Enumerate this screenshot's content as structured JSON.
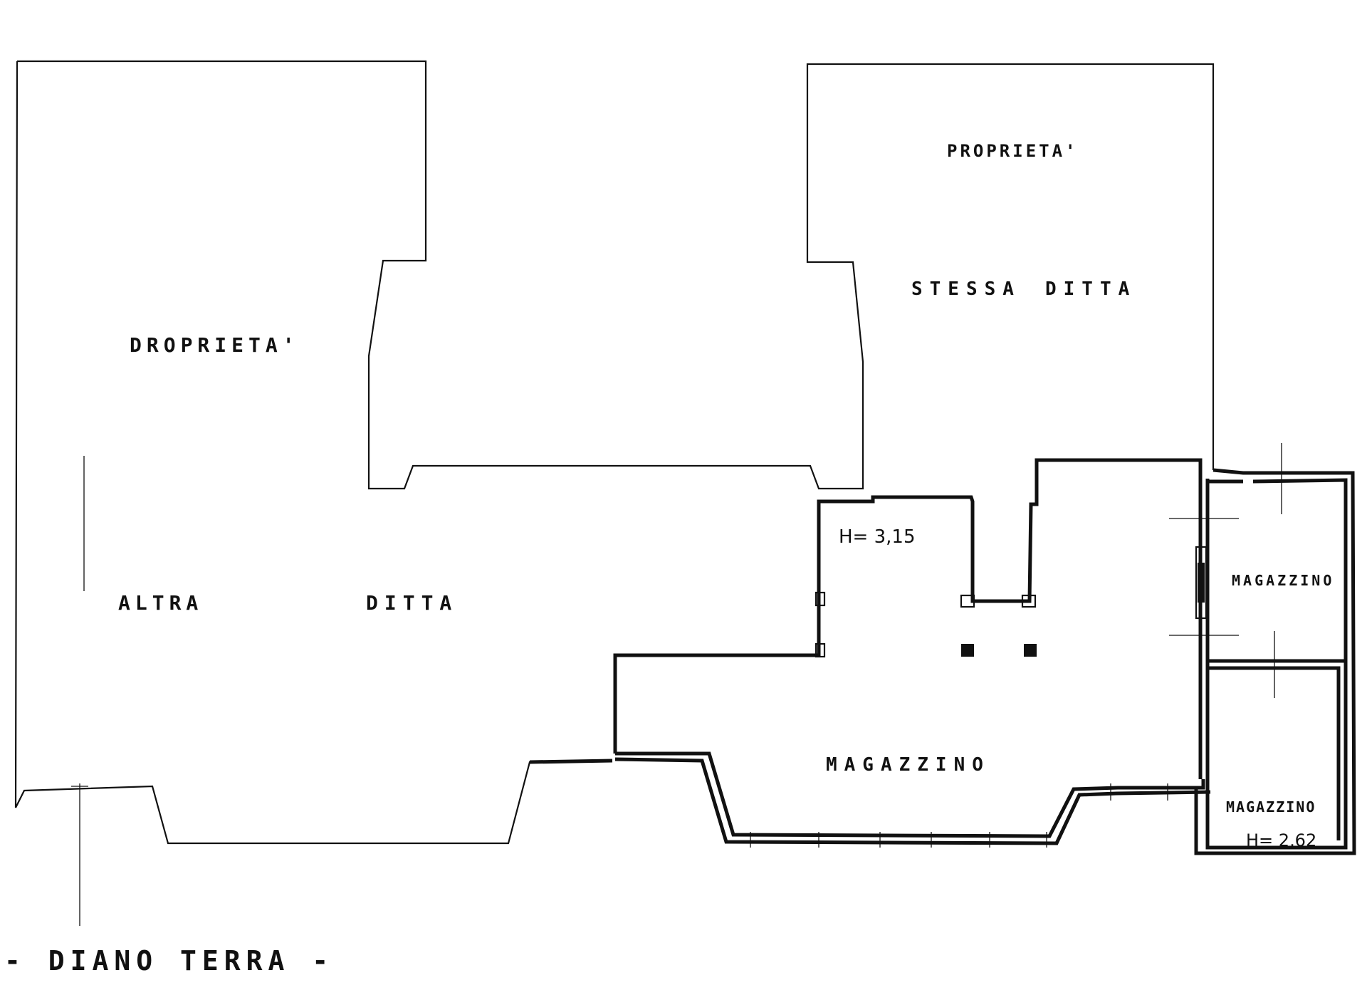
{
  "labels": {
    "prop_left": "DROPRIETA'",
    "altra": "ALTRA",
    "ditta_left": "DITTA",
    "prop_right": "PROPRIETA'",
    "stessa": "STESSA",
    "ditta_right": "DITTA",
    "height_main": "H= 3,15",
    "magazzino_main": "MAGAZZINO",
    "magazzino_upper": "MAGAZZINO",
    "magazzino_lower": "MAGAZZINO",
    "height_lower": "H= 2,62",
    "floor_title": "- DIANO TERRA -"
  }
}
